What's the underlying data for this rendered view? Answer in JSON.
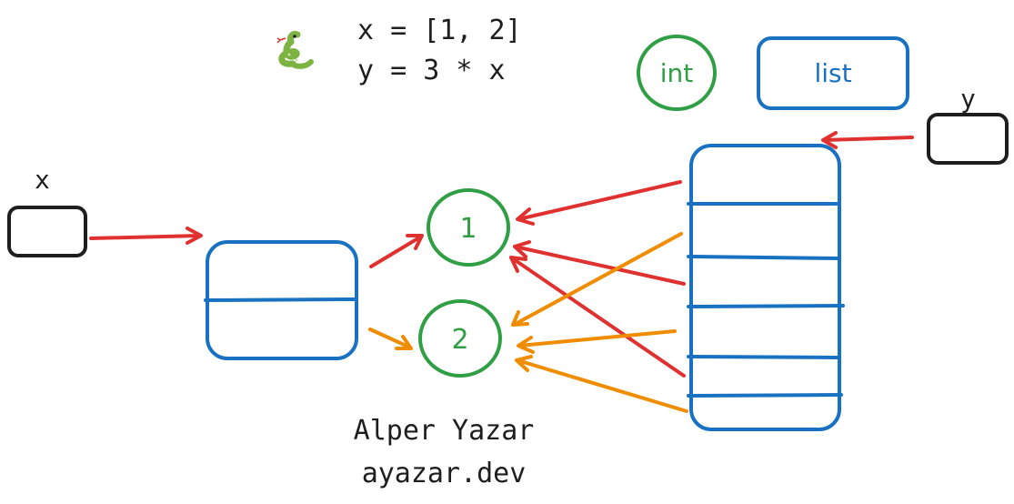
{
  "code": {
    "line1": "x = [1, 2]",
    "line2": "y = 3 * x",
    "snake_icon": "snake-icon"
  },
  "legend": {
    "int_label": "int",
    "list_label": "list"
  },
  "variables": {
    "x_label": "x",
    "y_label": "y"
  },
  "ints": [
    {
      "value": "1"
    },
    {
      "value": "2"
    }
  ],
  "credits": {
    "author": "Alper Yazar",
    "site": "ayazar.dev"
  },
  "colors": {
    "reference": "#e03131",
    "reference_alt": "#f08c00",
    "list": "#1971c2",
    "int": "#2f9e44",
    "variable": "#1e1e1e"
  }
}
